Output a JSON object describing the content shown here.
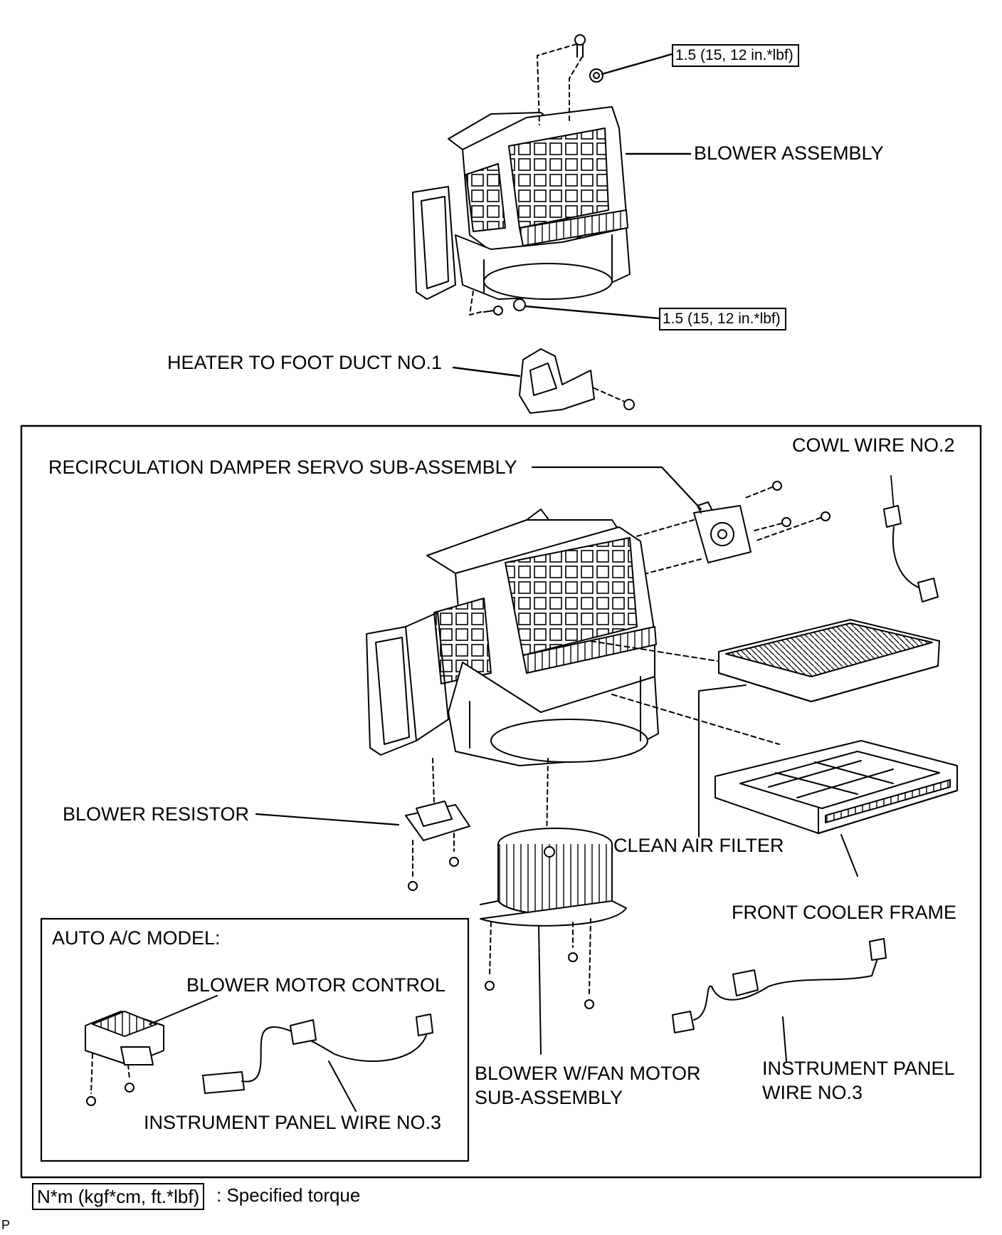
{
  "labels": {
    "blower_assembly": "BLOWER ASSEMBLY",
    "heater_to_foot_duct": "HEATER TO FOOT DUCT NO.1",
    "recirc_damper_servo": "RECIRCULATION DAMPER SERVO SUB-ASSEMBLY",
    "cowl_wire": "COWL WIRE NO.2",
    "blower_resistor": "BLOWER RESISTOR",
    "clean_air_filter": "CLEAN AIR FILTER",
    "front_cooler_frame": "FRONT COOLER FRAME",
    "auto_ac_model": "AUTO A/C MODEL:",
    "blower_motor_control": "BLOWER MOTOR CONTROL",
    "blower_fan_motor_line1": "BLOWER W/FAN MOTOR",
    "blower_fan_motor_line2": "SUB-ASSEMBLY",
    "ip_wire_right_line1": "INSTRUMENT PANEL",
    "ip_wire_right_line2": "WIRE NO.3",
    "ip_wire_inset": "INSTRUMENT PANEL WIRE NO.3"
  },
  "torque": {
    "top": "1.5 (15, 12 in.*lbf)",
    "bottom": "1.5 (15, 12 in.*lbf)"
  },
  "legend": {
    "box": "N*m (kgf*cm, ft.*lbf)",
    "text": ": Specified torque"
  },
  "footer_mark": "P"
}
